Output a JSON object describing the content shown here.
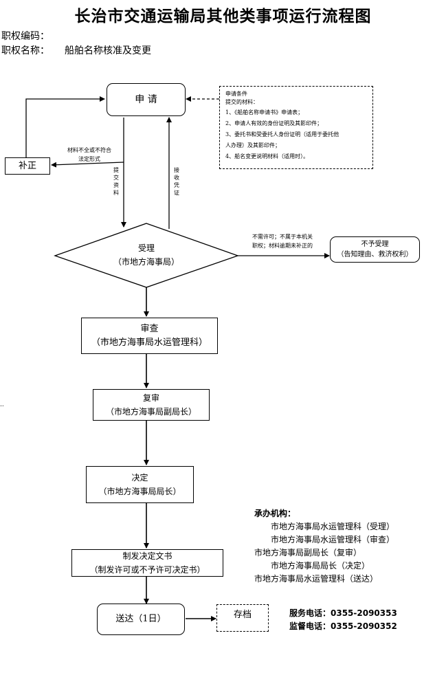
{
  "title": "长治市交通运输局其他类事项运行流程图",
  "power_code_label": "职权编码：",
  "power_name_label": "职权名称：",
  "power_name_value": "船舶名称核准及变更",
  "nodes": {
    "apply": "申 请",
    "supplement": "补正",
    "accept_line1": "受理",
    "accept_line2": "（市地方海事局）",
    "reject_line1": "不予受理",
    "reject_line2": "（告知理由、救济权利）",
    "review_line1": "审查",
    "review_line2": "（市地方海事局水运管理科）",
    "recheck_line1": "复审",
    "recheck_line2": "（市地方海事局副局长）",
    "decide_line1": "决定",
    "decide_line2": "（市地方海事局局长）",
    "issue_line1": "制发决定文书",
    "issue_line2": "（制发许可或不予许可决定书）",
    "deliver": "送达（1日）",
    "archive": "存档"
  },
  "edge_labels": {
    "incomplete_line1": "材料不全或不符合",
    "incomplete_line2": "法定形式",
    "submit": "提交资料",
    "receive": "接收凭证",
    "reject_line1": "不需许可；不属于本机关",
    "reject_line2": "职权；材料逾期未补正的"
  },
  "conditions": {
    "heading": "申请条件",
    "sub": "提交的材料：",
    "items": [
      "1、《船舶名称申请书》申请表；",
      "2、申请人有效的身份证明及其影印件；",
      "3、委托书和受委托人身份证明（适用于委托他",
      "人办理）及其影印件；",
      "4、船名变更说明材料（适用时）。"
    ]
  },
  "agencies": {
    "heading": "承办机构：",
    "lines": [
      "市地方海事局水运管理科（受理）",
      "市地方海事局水运管理科（审查）",
      "市地方海事局副局长（复审）",
      "市地方海事局局长（决定）",
      "市地方海事局水运管理科（送达）"
    ]
  },
  "contacts": {
    "service": "服务电话：0355-2090353",
    "supervise": "监督电话：0355-2090352"
  },
  "stray_mark": "..",
  "colors": {
    "line": "#000000",
    "background": "#ffffff"
  }
}
